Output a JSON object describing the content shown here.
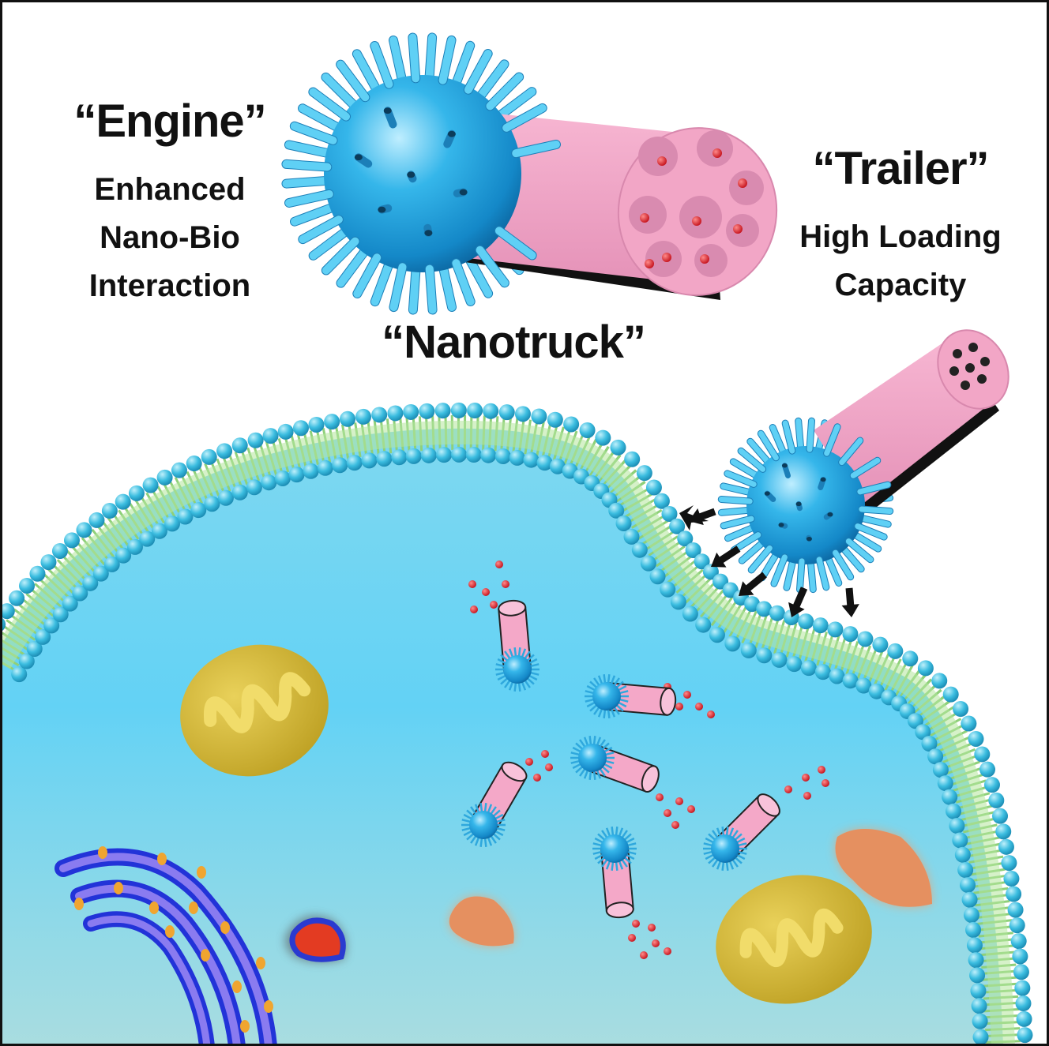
{
  "labels": {
    "engine": "“Engine”",
    "engine_desc_1": "Enhanced",
    "engine_desc_2": "Nano-Bio",
    "engine_desc_3": "Interaction",
    "trailer": "“Trailer”",
    "trailer_desc_1": "High Loading",
    "trailer_desc_2": "Capacity",
    "nanotruck": "“Nanotruck”"
  },
  "colors": {
    "sphere": "#29a8e0",
    "spike": "#4cc2ef",
    "cylinder": "#f4a8c8",
    "cytoplasm": "#7fd6f2",
    "lipid_head": "#3bbde0",
    "lipid_tail": "#9fd78a",
    "cargo": "#e0202a",
    "mitochondrion": "#d8c24a",
    "golgi": "#2240d8",
    "vesicle": "#e59060"
  }
}
